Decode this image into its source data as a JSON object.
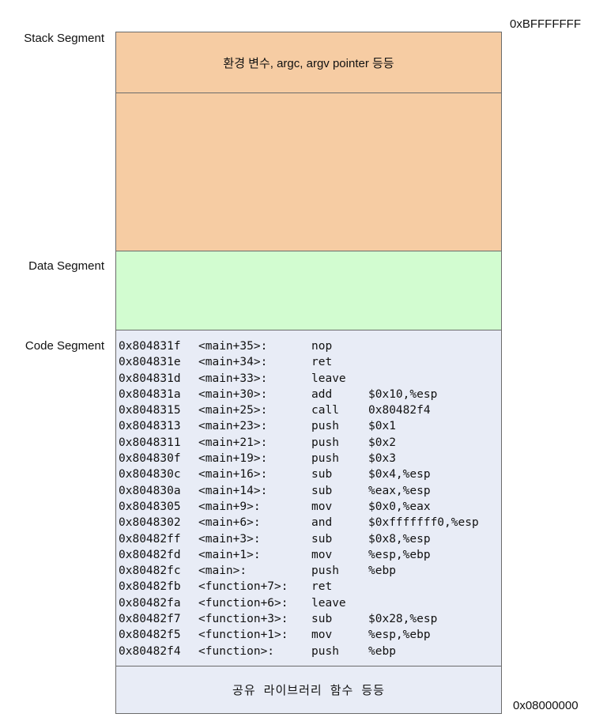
{
  "address_top": "0xBFFFFFFF",
  "address_bottom": "0x08000000",
  "segments": {
    "stack_label": "Stack Segment",
    "data_label": "Data Segment",
    "code_label": "Code Segment"
  },
  "stack_env_text": "환경 변수, argc, argv pointer 등등",
  "shared_lib_text": "공유 라이브러리 함수 등등",
  "colors": {
    "stack": "#f6cca3",
    "data": "#d2fcd0",
    "code": "#e8ecf6",
    "border": "#6b6b6b"
  },
  "code_lines": [
    {
      "addr": "0x804831f",
      "sym": "<main+35>:",
      "op": "nop",
      "args": ""
    },
    {
      "addr": "0x804831e",
      "sym": "<main+34>:",
      "op": "ret",
      "args": ""
    },
    {
      "addr": "0x804831d",
      "sym": "<main+33>:",
      "op": "leave",
      "args": ""
    },
    {
      "addr": "0x804831a",
      "sym": "<main+30>:",
      "op": "add",
      "args": "$0x10,%esp"
    },
    {
      "addr": "0x8048315",
      "sym": "<main+25>:",
      "op": "call",
      "args": "0x80482f4"
    },
    {
      "addr": "0x8048313",
      "sym": "<main+23>:",
      "op": "push",
      "args": "$0x1"
    },
    {
      "addr": "0x8048311",
      "sym": "<main+21>:",
      "op": "push",
      "args": "$0x2"
    },
    {
      "addr": "0x804830f",
      "sym": "<main+19>:",
      "op": "push",
      "args": "$0x3"
    },
    {
      "addr": "0x804830c",
      "sym": "<main+16>:",
      "op": "sub",
      "args": "$0x4,%esp"
    },
    {
      "addr": "0x804830a",
      "sym": "<main+14>:",
      "op": "sub",
      "args": "%eax,%esp"
    },
    {
      "addr": "0x8048305",
      "sym": "<main+9>:",
      "op": "mov",
      "args": "$0x0,%eax"
    },
    {
      "addr": "0x8048302",
      "sym": "<main+6>:",
      "op": "and",
      "args": "$0xfffffff0,%esp"
    },
    {
      "addr": "0x80482ff",
      "sym": "<main+3>:",
      "op": "sub",
      "args": "$0x8,%esp"
    },
    {
      "addr": "0x80482fd",
      "sym": "<main+1>:",
      "op": "mov",
      "args": "%esp,%ebp"
    },
    {
      "addr": "0x80482fc",
      "sym": "<main>:",
      "op": "push",
      "args": "%ebp"
    },
    {
      "addr": "0x80482fb",
      "sym": "<function+7>:",
      "op": "ret",
      "args": ""
    },
    {
      "addr": "0x80482fa",
      "sym": "<function+6>:",
      "op": "leave",
      "args": ""
    },
    {
      "addr": "0x80482f7",
      "sym": "<function+3>:",
      "op": "sub",
      "args": "$0x28,%esp"
    },
    {
      "addr": "0x80482f5",
      "sym": "<function+1>:",
      "op": "mov",
      "args": "%esp,%ebp"
    },
    {
      "addr": "0x80482f4",
      "sym": "<function>:",
      "op": "push",
      "args": "%ebp"
    }
  ]
}
